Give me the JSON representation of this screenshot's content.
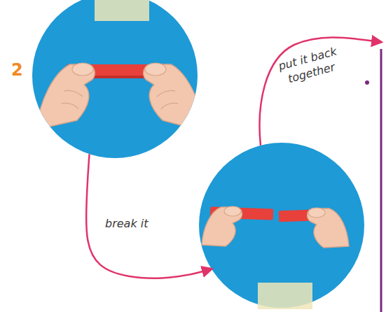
{
  "diagram": {
    "nodes": [
      {
        "text": [
          "2"
        ]
      },
      {
        "text": []
      }
    ],
    "edges": [
      {
        "from": 0,
        "to": 1,
        "arrow": "to",
        "label": "break it"
      }
    ],
    "labels": [
      "put it back together"
    ]
  }
}
